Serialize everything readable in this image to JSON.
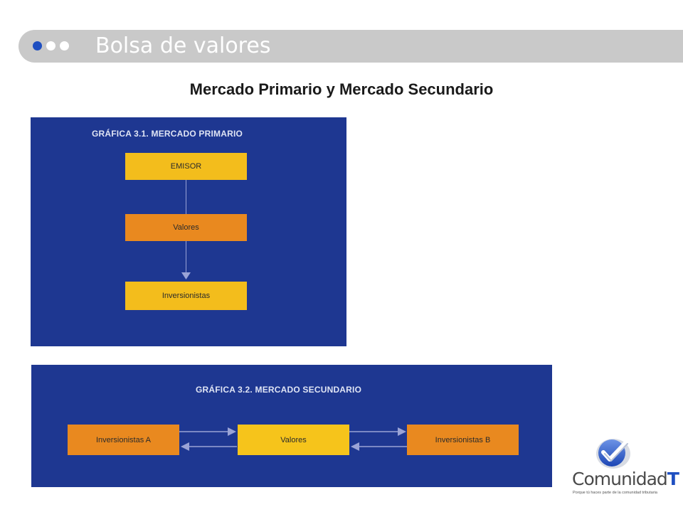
{
  "header": {
    "title": "Bolsa de valores",
    "colors": {
      "bar": "#c9c9c9",
      "active_dot": "#1f4fc1",
      "title_text": "#ffffff"
    }
  },
  "subtitle": "Mercado Primario y Mercado Secundario",
  "figure_primary": {
    "heading": "GRÁFICA 3.1. MERCADO PRIMARIO",
    "nodes": [
      "EMISOR",
      "Valores",
      "Inversionistas"
    ],
    "flow": "EMISOR → Valores → Inversionistas"
  },
  "figure_secondary": {
    "heading": "GRÁFICA 3.2. MERCADO SECUNDARIO",
    "nodes": [
      "Inversionistas A",
      "Valores",
      "Inversionistas B"
    ],
    "flow": "bidirectional between adjacent nodes"
  },
  "logo": {
    "word_main": "Comunidad",
    "word_accent": "T",
    "tagline": "Porque tú haces parte de la comunidad tributaria",
    "icon": "checkmark-badge-icon"
  },
  "colors": {
    "panel": "#1e3791",
    "box_yellow": "#f3bd1c",
    "box_orange": "#e9891f",
    "arrow": "#9aa3d6"
  }
}
